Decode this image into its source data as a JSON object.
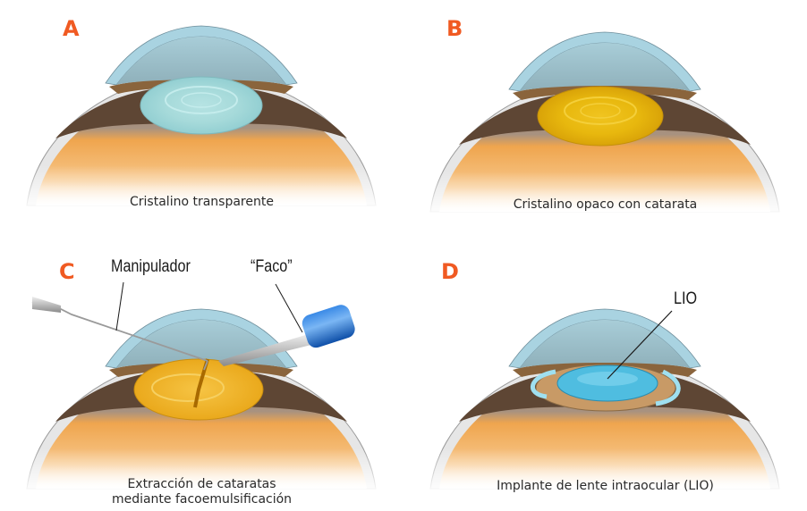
{
  "panels": [
    {
      "letter": "A",
      "caption": "Cristalino transparente",
      "lens_color": "#a9dcdc"
    },
    {
      "letter": "B",
      "caption": "Cristalino opaco con catarata",
      "lens_color": "#e8b40e"
    },
    {
      "letter": "C",
      "caption_line1": "Extracción de cataratas",
      "caption_line2": "mediante facoemulsificación",
      "callouts": {
        "manipulator": "Manipulador",
        "faco": "“Faco”"
      },
      "lens_color": "#f0b52a"
    },
    {
      "letter": "D",
      "caption": "Implante de lente intraocular (LIO)",
      "callouts": {
        "iol": "LIO"
      },
      "lens_color": "#4fbde0"
    }
  ],
  "colors": {
    "letter": "#f05a22",
    "cornea": "#a8d2e0",
    "anterior_chamber": "#b9dbe4",
    "iris": "#7a5a3a",
    "ciliary": "#6b5440",
    "vitreous_top": "#9f8a78",
    "retina_orange": "#f2ad57",
    "sclera": "#e4e4e4",
    "faco_handpiece": "#1f6fd0"
  }
}
